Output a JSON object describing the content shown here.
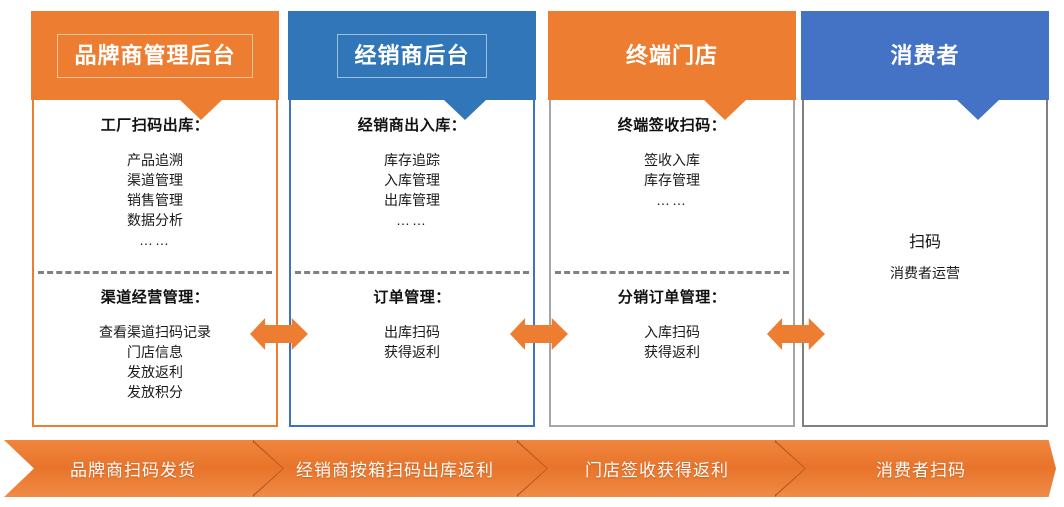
{
  "columns": [
    {
      "id": "brand-admin",
      "title": "品牌商管理后台",
      "header_color": "#ED7D31",
      "border_color": "#ED7D31",
      "sections": [
        {
          "title": "工厂扫码出库：",
          "items": [
            "产品追溯",
            "渠道管理",
            "销售管理",
            "数据分析",
            "……"
          ]
        },
        {
          "title": "渠道经营管理：",
          "items": [
            "查看渠道扫码记录",
            "门店信息",
            "发放返利",
            "发放积分"
          ]
        }
      ]
    },
    {
      "id": "dealer-backend",
      "title": "经销商后台",
      "header_color": "#3176B8",
      "border_color": "#3F72C0",
      "sections": [
        {
          "title": "经销商出入库：",
          "items": [
            "库存追踪",
            "入库管理",
            "出库管理",
            "……"
          ]
        },
        {
          "title": "订单管理：",
          "items": [
            "出库扫码",
            "获得返利"
          ]
        }
      ]
    },
    {
      "id": "terminal-store",
      "title": "终端门店",
      "header_color": "#ED7D31",
      "border_color": "#A6A6A6",
      "sections": [
        {
          "title": "终端签收扫码：",
          "items": [
            "签收入库",
            "库存管理",
            "……"
          ]
        },
        {
          "title": "分销订单管理：",
          "items": [
            "入库扫码",
            "获得返利"
          ]
        }
      ]
    },
    {
      "id": "consumer",
      "title": "消费者",
      "header_color": "#4472C4",
      "border_color": "#808080",
      "free_text": {
        "main": "扫码",
        "sub": "消费者运营"
      }
    }
  ],
  "connectors": [
    {
      "name": "arrow-dealer-to-brand",
      "direction": "left",
      "color": "#ED7D31"
    },
    {
      "name": "arrow-store-to-dealer",
      "direction": "left",
      "color": "#ED7D31"
    },
    {
      "name": "arrow-consumer-to-store",
      "direction": "left",
      "color": "#ED7D31"
    }
  ],
  "banner": {
    "color": "#ED7D31",
    "segments": [
      "品牌商扫码发货",
      "经销商按箱扫码出库返利",
      "门店签收获得返利",
      "消费者扫码"
    ]
  }
}
